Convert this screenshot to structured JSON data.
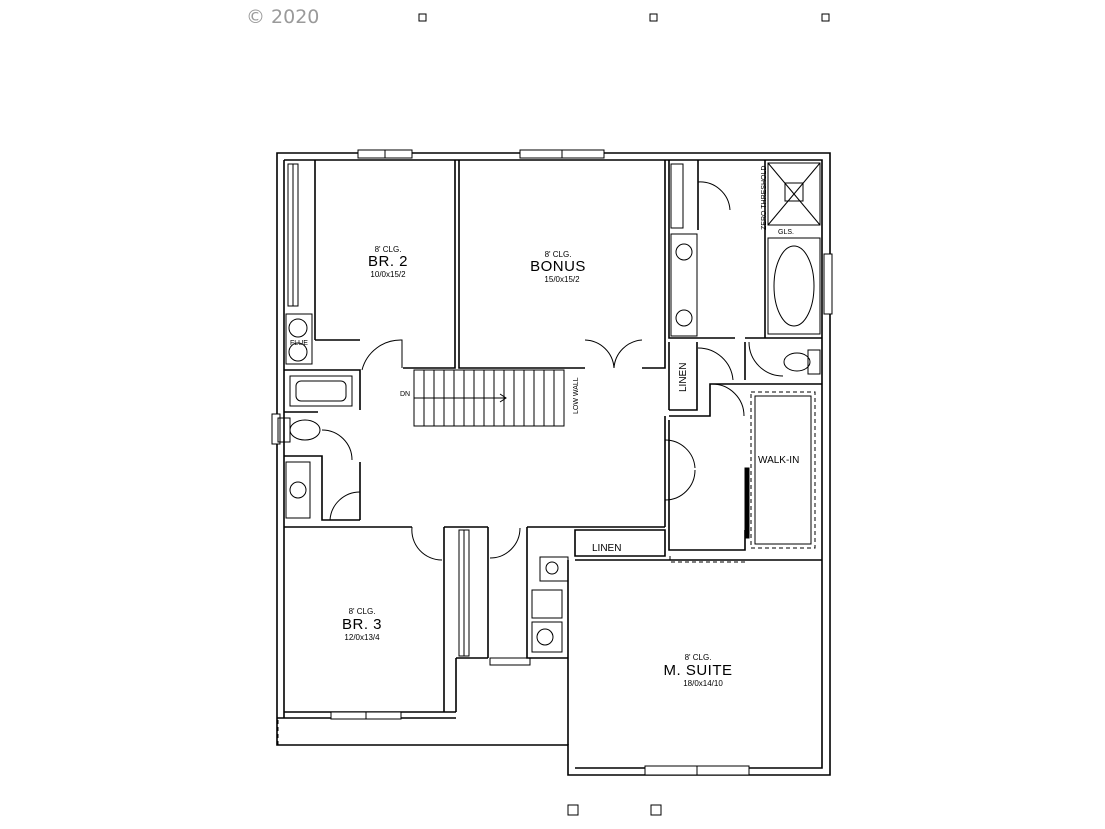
{
  "copyright": "© 2020",
  "rooms": {
    "br2": {
      "clg": "8' CLG.",
      "name": "BR. 2",
      "dims": "10/0x15/2"
    },
    "bonus": {
      "clg": "8' CLG.",
      "name": "BONUS",
      "dims": "15/0x15/2"
    },
    "br3": {
      "clg": "8' CLG.",
      "name": "BR. 3",
      "dims": "12/0x13/4"
    },
    "msuite": {
      "clg": "8' CLG.",
      "name": "M. SUITE",
      "dims": "18/0x14/10"
    }
  },
  "labels": {
    "flue": "FLUE",
    "dn": "DN",
    "low_wall": "LOW WALL",
    "linen_upper": "LINEN",
    "linen_lower": "LINEN",
    "walk_in": "WALK-IN",
    "zero_threshold": "ZERO THRESHOLD",
    "gls": "GLS."
  }
}
